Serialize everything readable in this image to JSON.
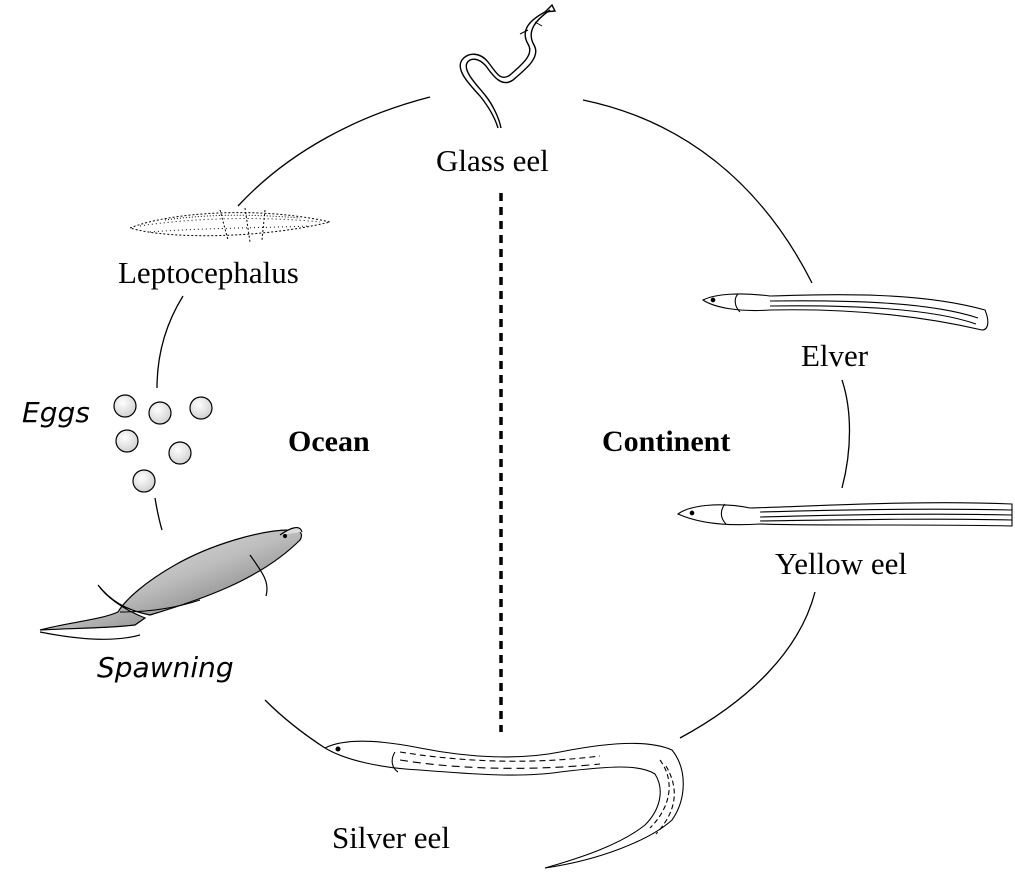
{
  "diagram": {
    "stages": [
      {
        "id": "glass-eel",
        "label": "Glass eel"
      },
      {
        "id": "elver",
        "label": "Elver"
      },
      {
        "id": "yellow-eel",
        "label": "Yellow eel"
      },
      {
        "id": "silver-eel",
        "label": "Silver eel"
      },
      {
        "id": "spawning",
        "label": "Spawning"
      },
      {
        "id": "eggs",
        "label": "Eggs"
      },
      {
        "id": "leptocephalus",
        "label": "Leptocephalus"
      }
    ],
    "regions": {
      "left": "Ocean",
      "right": "Continent"
    },
    "colors": {
      "line": "#000000",
      "background": "#ffffff",
      "fill_shade": "#b8b8b8"
    }
  }
}
